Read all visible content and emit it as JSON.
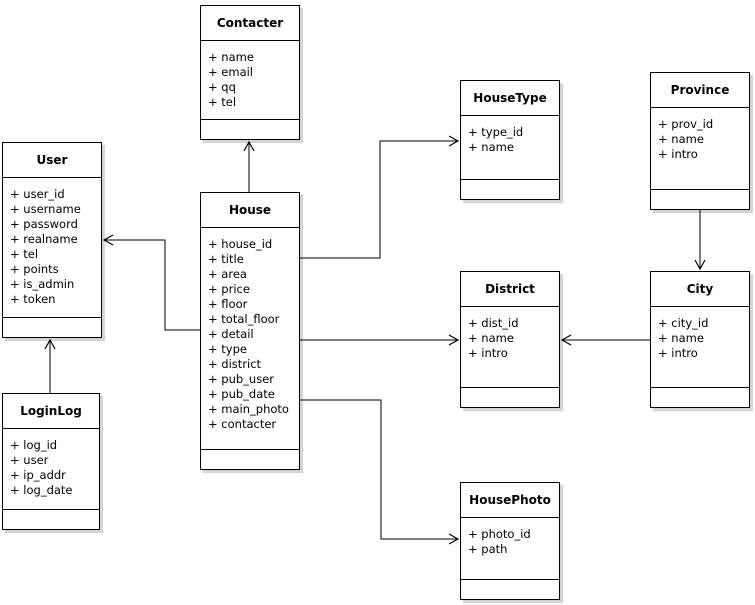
{
  "diagram": {
    "background_color": "#ffffff",
    "line_color": "#000000",
    "box_fill_color": "#ffffff",
    "shadow_color": "#d4d4d4",
    "entities": [
      {
        "name": "Contacter",
        "attributes": [
          "+ name",
          "+ email",
          "+ qq",
          "+ tel"
        ]
      },
      {
        "name": "User",
        "attributes": [
          "+ user_id",
          "+ username",
          "+ password",
          "+ realname",
          "+ tel",
          "+ points",
          "+ is_admin",
          "+ token"
        ]
      },
      {
        "name": "House",
        "attributes": [
          "+ house_id",
          "+ title",
          "+ area",
          "+ price",
          "+ floor",
          "+ total_floor",
          "+ detail",
          "+ type",
          "+ district",
          "+ pub_user",
          "+ pub_date",
          "+ main_photo",
          "+ contacter"
        ]
      },
      {
        "name": "HouseType",
        "attributes": [
          "+ type_id",
          "+ name"
        ]
      },
      {
        "name": "Province",
        "attributes": [
          "+ prov_id",
          "+ name",
          "+ intro"
        ]
      },
      {
        "name": "District",
        "attributes": [
          "+ dist_id",
          "+ name",
          "+ intro"
        ]
      },
      {
        "name": "City",
        "attributes": [
          "+ city_id",
          "+ name",
          "+ intro"
        ]
      },
      {
        "name": "LoginLog",
        "attributes": [
          "+ log_id",
          "+ user",
          "+ ip_addr",
          "+ log_date"
        ]
      },
      {
        "name": "HousePhoto",
        "attributes": [
          "+ photo_id",
          "+ path"
        ]
      }
    ],
    "relations": [
      {
        "from": "House",
        "to": "Contacter"
      },
      {
        "from": "House",
        "to": "User"
      },
      {
        "from": "House",
        "to": "HouseType"
      },
      {
        "from": "House",
        "to": "District"
      },
      {
        "from": "House",
        "to": "HousePhoto"
      },
      {
        "from": "Province",
        "to": "City"
      },
      {
        "from": "City",
        "to": "District"
      },
      {
        "from": "LoginLog",
        "to": "User"
      }
    ]
  }
}
